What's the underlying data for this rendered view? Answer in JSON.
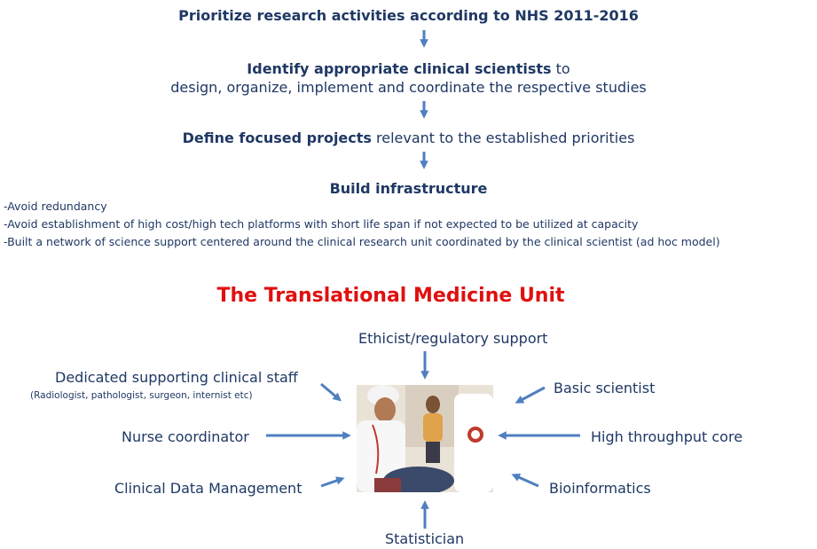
{
  "steps": [
    {
      "bold": "Prioritize research activities according to NHS 2011-2016",
      "rest": ""
    },
    {
      "bold": "Identify appropriate clinical scientists",
      "rest": " to",
      "line2": "design, organize, implement and coordinate the respective studies"
    },
    {
      "bold": "Define focused projects",
      "rest": " relevant to the established priorities"
    },
    {
      "bold": "Build infrastructure",
      "rest": ""
    }
  ],
  "bullets": [
    "-Avoid redundancy",
    "-Avoid establishment of high cost/high tech platforms with short life span if not expected to be utilized at capacity",
    "-Built a network of science support centered around the clinical research unit coordinated by the clinical scientist (ad hoc model)"
  ],
  "unit": {
    "title": "The Translational Medicine Unit",
    "labels": {
      "top": "Ethicist/regulatory support",
      "left_top": "Dedicated supporting clinical staff",
      "left_top_sub": "(Radiologist, pathologist, surgeon, internist etc)",
      "left_mid": "Nurse coordinator",
      "left_bot": "Clinical Data Management",
      "right_top": "Basic scientist",
      "right_mid": "High throughput core",
      "right_bot": "Bioinformatics",
      "bottom": "Statistician"
    }
  },
  "colors": {
    "text": "#1f3864",
    "arrow": "#4f7fc0",
    "title": "#e01010"
  }
}
